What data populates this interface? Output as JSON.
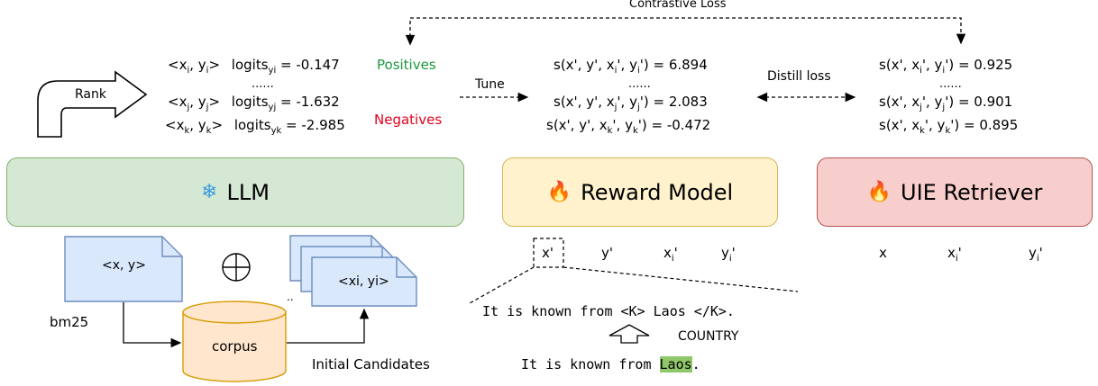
{
  "contrastive_label": "Contrastive Loss",
  "rank_label": "Rank",
  "tune_label": "Tune",
  "distill_label": "Distill loss",
  "positives_label": "Positives",
  "negatives_label": "Negatives",
  "dots": "......",
  "logits": {
    "row_i": {
      "pair": "<x",
      "pair_sub1": "i",
      "pair_mid": ", y",
      "pair_sub2": "i",
      "pair_end": ">",
      "name": "logits",
      "name_sub": "yi",
      "value": " = -0.147"
    },
    "row_j": {
      "pair": "<x",
      "pair_sub1": "j",
      "pair_mid": ", y",
      "pair_sub2": "j",
      "pair_end": ">",
      "name": "logits",
      "name_sub": "yj",
      "value": " = -1.632"
    },
    "row_k": {
      "pair": "<x",
      "pair_sub1": "k",
      "pair_mid": ", y",
      "pair_sub2": "k",
      "pair_end": ">",
      "name": "logits",
      "name_sub": "yk",
      "value": " = -2.985"
    }
  },
  "reward_scores": {
    "i": {
      "pre": "s(x', y', x",
      "s1": "i",
      "mid": "', y",
      "s2": "i",
      "post": "') = 6.894"
    },
    "j": {
      "pre": "s(x', y', x",
      "s1": "j",
      "mid": "', y",
      "s2": "j",
      "post": "') = 2.083"
    },
    "k": {
      "pre": "s(x', y', x",
      "s1": "k",
      "mid": "', y",
      "s2": "k",
      "post": "') = -0.472"
    }
  },
  "retriever_scores": {
    "i": {
      "pre": "s(x', x",
      "s1": "i",
      "mid": "', y",
      "s2": "i",
      "post": "') = 0.925"
    },
    "j": {
      "pre": "s(x', x",
      "s1": "j",
      "mid": "', y",
      "s2": "j",
      "post": "') = 0.901"
    },
    "k": {
      "pre": "s(x', x",
      "s1": "k",
      "mid": "', y",
      "s2": "k",
      "post": "') = 0.895"
    }
  },
  "boxes": {
    "llm": {
      "label": "LLM",
      "icon": "snowflake-icon",
      "fill": "#d5e8d4",
      "stroke": "#82b366"
    },
    "reward": {
      "label": "Reward Model",
      "icon": "fire-icon",
      "fill": "#fff2cc",
      "stroke": "#d6b656"
    },
    "retriever": {
      "label": "UIE Retriever",
      "icon": "fire-icon",
      "fill": "#f8cecc",
      "stroke": "#b85450"
    }
  },
  "doc_query": "<x, y>",
  "doc_candidates": "<xi, yi>",
  "corpus_label": "corpus",
  "bm25_label": "bm25",
  "initial_candidates_label": "Initial Candidates",
  "reward_inputs": {
    "x": "x'",
    "y": "y'",
    "xi": "x",
    "xi_sub": "i",
    "yi": "y",
    "yi_sub": "i"
  },
  "retriever_inputs": {
    "x": "x",
    "xi": "x",
    "xi_sub": "i",
    "yi": "y",
    "yi_sub": "i"
  },
  "sentence_tagged": "It is known from <K> Laos </K>.",
  "country_label": "COUNTRY",
  "sentence_plain_pre": "It is known from ",
  "sentence_plain_hl": "Laos",
  "sentence_plain_post": ".",
  "colors": {
    "positive": "#1a9a3c",
    "negative": "#e3001b",
    "doc_fill": "#dae8fc",
    "doc_stroke": "#6c8ebf",
    "corpus_fill": "#ffe6cc",
    "corpus_stroke": "#d79b00",
    "highlight": "#8fc76a"
  }
}
